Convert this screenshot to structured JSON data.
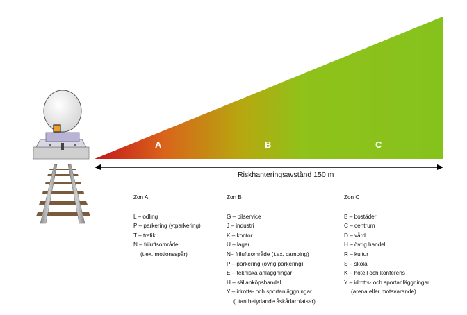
{
  "zones": {
    "a_label": "A",
    "b_label": "B",
    "c_label": "C",
    "gradient_colors": [
      "#c4161c",
      "#d9641a",
      "#b7a70f",
      "#8fc21a",
      "#86c21c"
    ]
  },
  "distance_label": "Riskhanteringsavstånd 150 m",
  "columns": [
    {
      "title": "Zon A",
      "items": [
        {
          "text": "L – odling",
          "indent": false
        },
        {
          "text": "P – parkering (ytparkering)",
          "indent": false
        },
        {
          "text": "T – trafik",
          "indent": false
        },
        {
          "text": "N – friluftsområde",
          "indent": false
        },
        {
          "text": "(t.ex. motionsspår)",
          "indent": true
        }
      ]
    },
    {
      "title": "Zon B",
      "items": [
        {
          "text": "G – bilservice",
          "indent": false
        },
        {
          "text": "J – industri",
          "indent": false
        },
        {
          "text": "K – kontor",
          "indent": false
        },
        {
          "text": "U – lager",
          "indent": false
        },
        {
          "text": "N– friluftsområde (t.ex. camping)",
          "indent": false
        },
        {
          "text": "P – parkering (övrig parkering)",
          "indent": false
        },
        {
          "text": "E – tekniska anläggningar",
          "indent": false
        },
        {
          "text": "H – sällanköpshandel",
          "indent": false
        },
        {
          "text": "Y – idrotts- och sportanläggningar",
          "indent": false
        },
        {
          "text": "(utan betydande åskådarplatser)",
          "indent": true
        }
      ]
    },
    {
      "title": "Zon C",
      "items": [
        {
          "text": "B – bostäder",
          "indent": false
        },
        {
          "text": "C – centrum",
          "indent": false
        },
        {
          "text": "D – vård",
          "indent": false
        },
        {
          "text": "H – övrig handel",
          "indent": false
        },
        {
          "text": "R – kultur",
          "indent": false
        },
        {
          "text": "S – skola",
          "indent": false
        },
        {
          "text": "K – hotell och konferens",
          "indent": false
        },
        {
          "text": "Y – idrotts- och sportanläggningar",
          "indent": false
        },
        {
          "text": "(arena eller motsvarande)",
          "indent": true
        }
      ]
    }
  ]
}
